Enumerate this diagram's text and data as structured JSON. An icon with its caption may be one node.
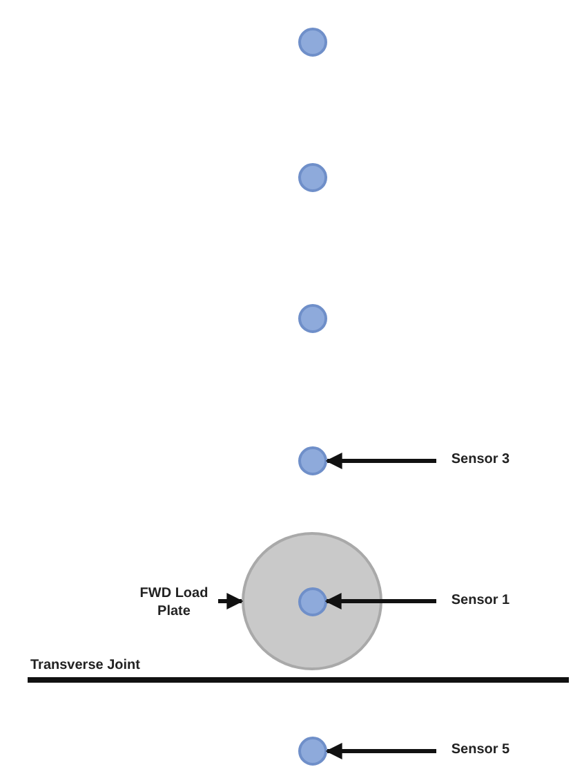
{
  "diagram": {
    "nodes": [
      {
        "text": [],
        "shape": "circle"
      },
      {
        "text": [],
        "shape": "circle"
      },
      {
        "text": [],
        "shape": "circle"
      },
      {
        "text": [],
        "shape": "circle"
      },
      {
        "text": [
          "Sensor 3"
        ]
      },
      {
        "text": [
          "FWD Load Plate"
        ]
      },
      {
        "text": [],
        "shape": "circle"
      },
      {
        "text": [],
        "shape": "circle",
        "in": 6
      },
      {
        "text": [
          "Sensor 1"
        ]
      },
      {
        "text": [],
        "shape": "circle"
      },
      {
        "text": [
          "Sensor 5"
        ]
      }
    ],
    "edges": [
      {
        "from": 4,
        "to": 3,
        "arrow": "to"
      },
      {
        "from": 5,
        "to": 6,
        "arrow": "to"
      },
      {
        "from": 8,
        "to": 7,
        "arrow": "to"
      },
      {
        "from": 10,
        "to": 9,
        "arrow": "to"
      }
    ],
    "labels": [
      "Transverse Joint"
    ]
  }
}
